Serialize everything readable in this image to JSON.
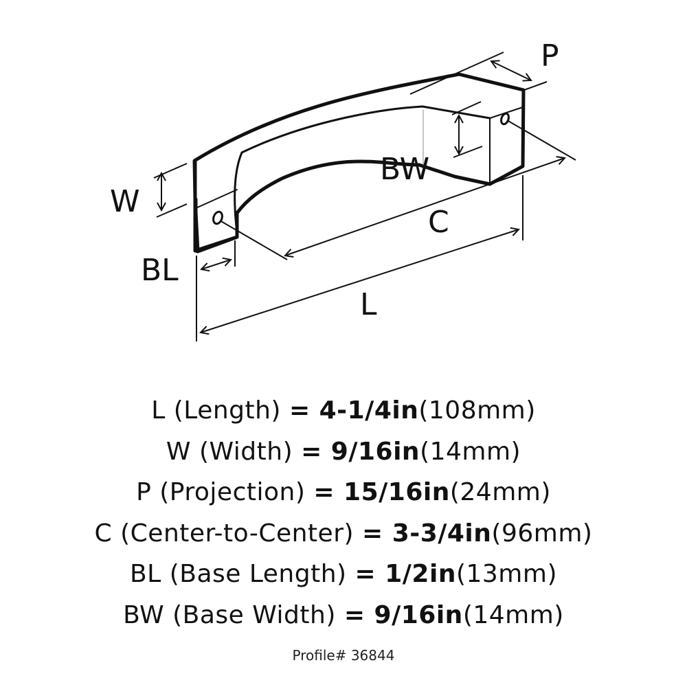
{
  "diagram": {
    "labels": {
      "P": "P",
      "BW": "BW",
      "W": "W",
      "C": "C",
      "BL": "BL",
      "L": "L"
    }
  },
  "specs": [
    {
      "label": "L",
      "name": "(Length)",
      "value": "= 4-1/4in",
      "metric": "(108mm)"
    },
    {
      "label": "W",
      "name": "(Width)",
      "value": "= 9/16in",
      "metric": "(14mm)"
    },
    {
      "label": "P",
      "name": "(Projection)",
      "value": "= 15/16in",
      "metric": "(24mm)"
    },
    {
      "label": "C",
      "name": "(Center-to-Center)",
      "value": "= 3-3/4in",
      "metric": "(96mm)"
    },
    {
      "label": "BL",
      "name": "(Base Length)",
      "value": "= 1/2in",
      "metric": "(13mm)"
    },
    {
      "label": "BW",
      "name": "(Base Width)",
      "value": "= 9/16in",
      "metric": "(14mm)"
    }
  ],
  "profile": "Profile# 36844"
}
